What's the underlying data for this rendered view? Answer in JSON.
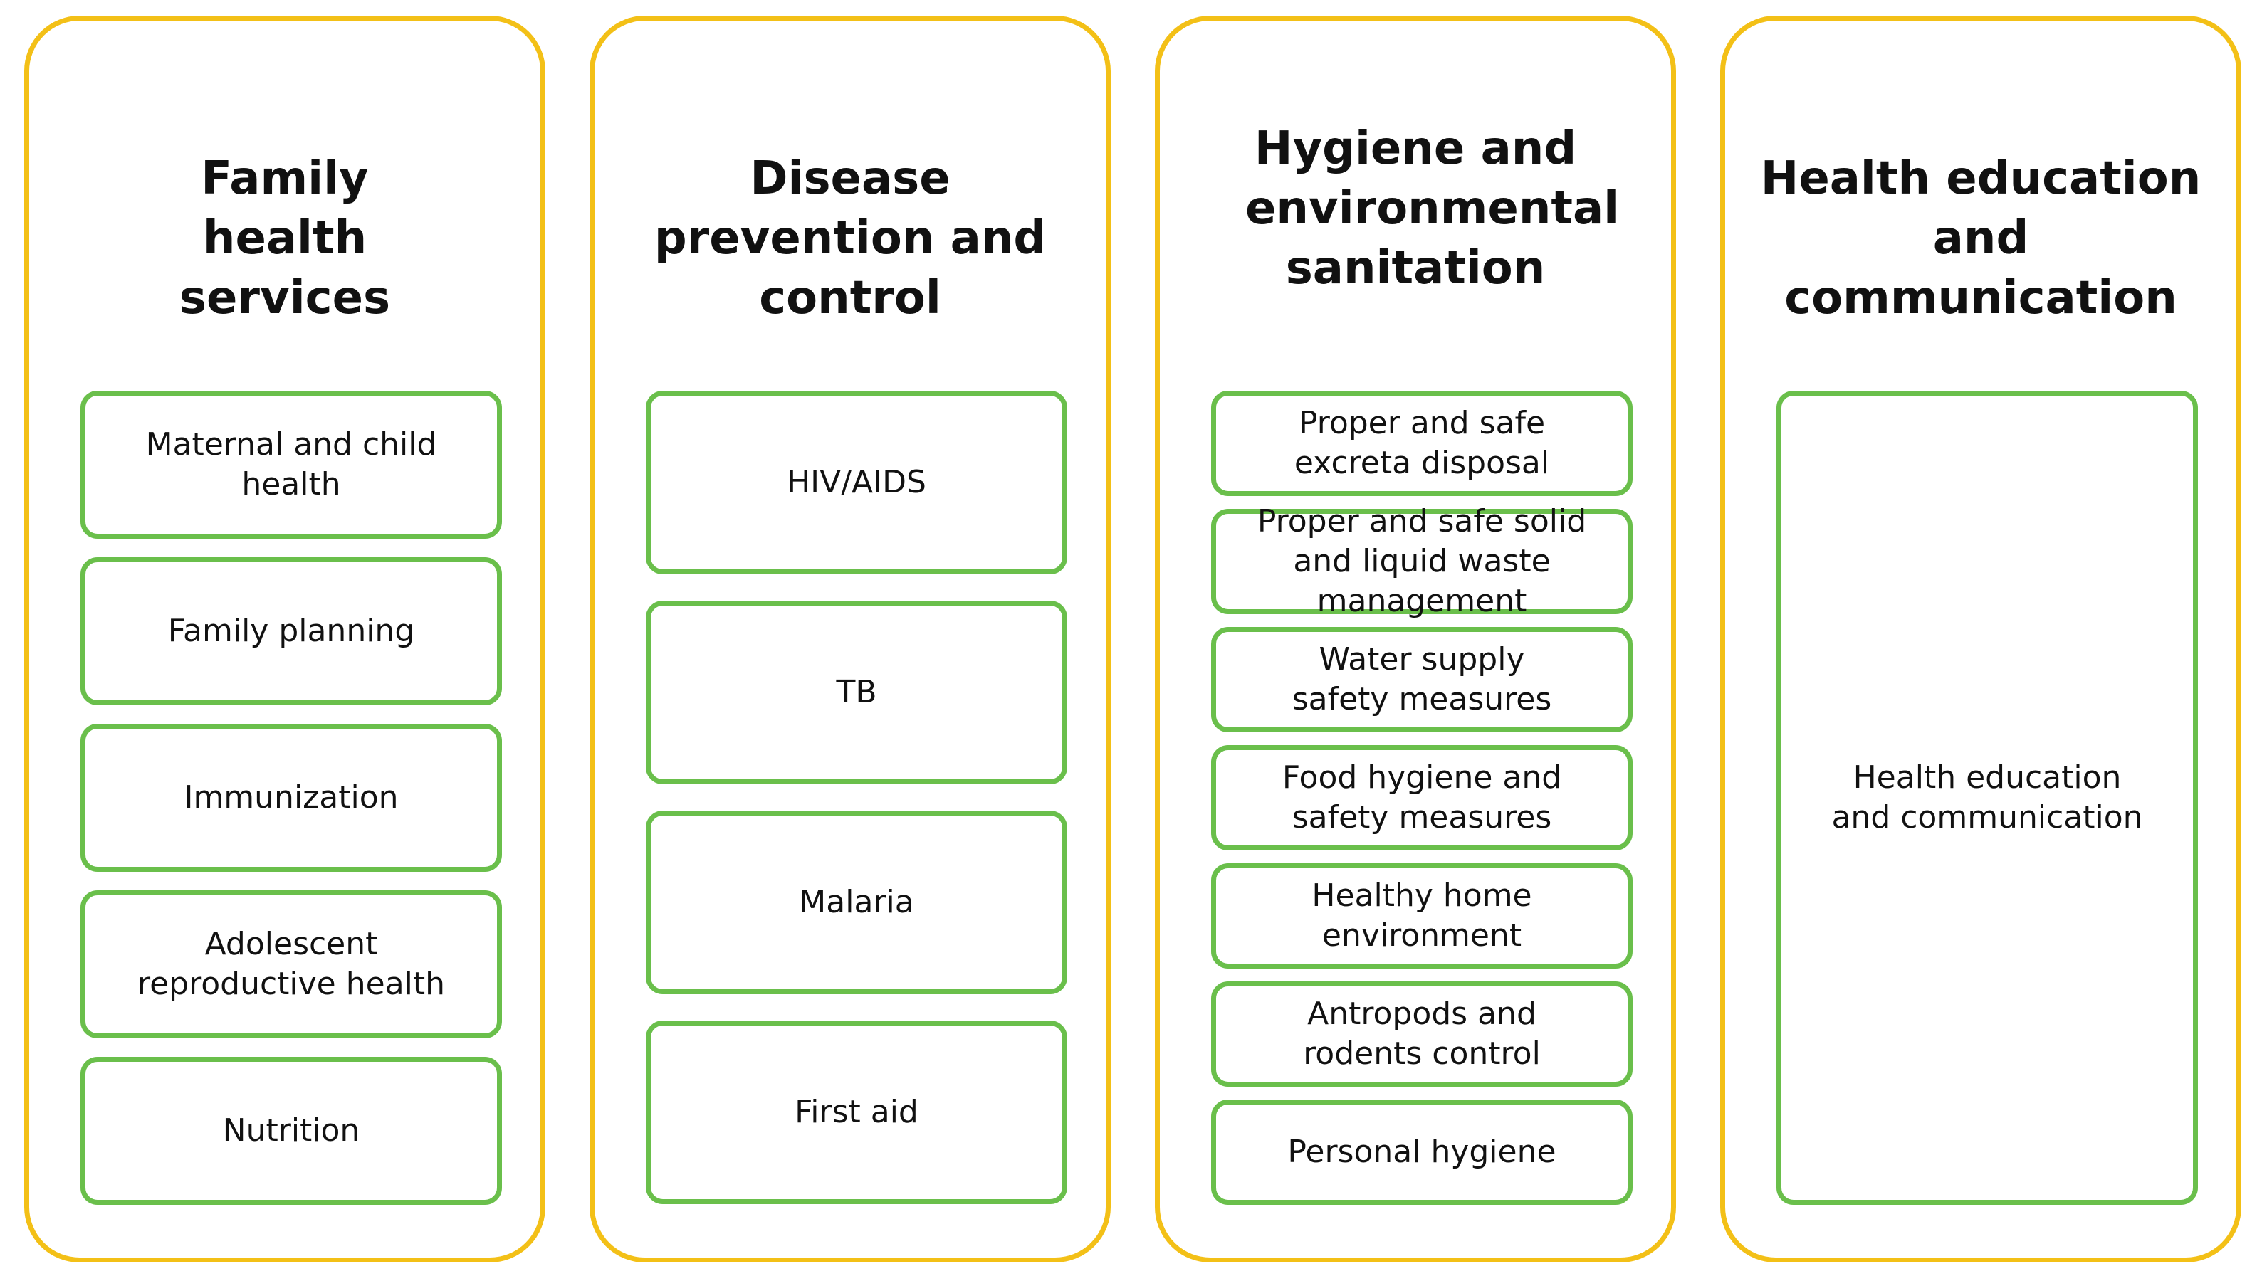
{
  "colors": {
    "column_border": "#f3c017",
    "item_border": "#6abf4b",
    "text": "#111111",
    "background": "#ffffff"
  },
  "columns": [
    {
      "title": "Family health services",
      "items": [
        "Maternal and child health",
        "Family planning",
        "Immunization",
        "Adolescent reproductive health",
        "Nutrition"
      ]
    },
    {
      "title": "Disease prevention and control",
      "items": [
        "HIV/AIDS",
        "TB",
        "Malaria",
        "First aid"
      ]
    },
    {
      "title": "Hygiene and environmental sanitation",
      "items": [
        "Proper and safe excreta disposal",
        "Proper and safe solid and liquid waste management",
        "Water supply safety measures",
        "Food hygiene and safety measures",
        "Healthy home environment",
        "Antropods and rodents control",
        "Personal hygiene"
      ]
    },
    {
      "title": "Health education and communication",
      "items": [
        "Health education and communication"
      ]
    }
  ]
}
